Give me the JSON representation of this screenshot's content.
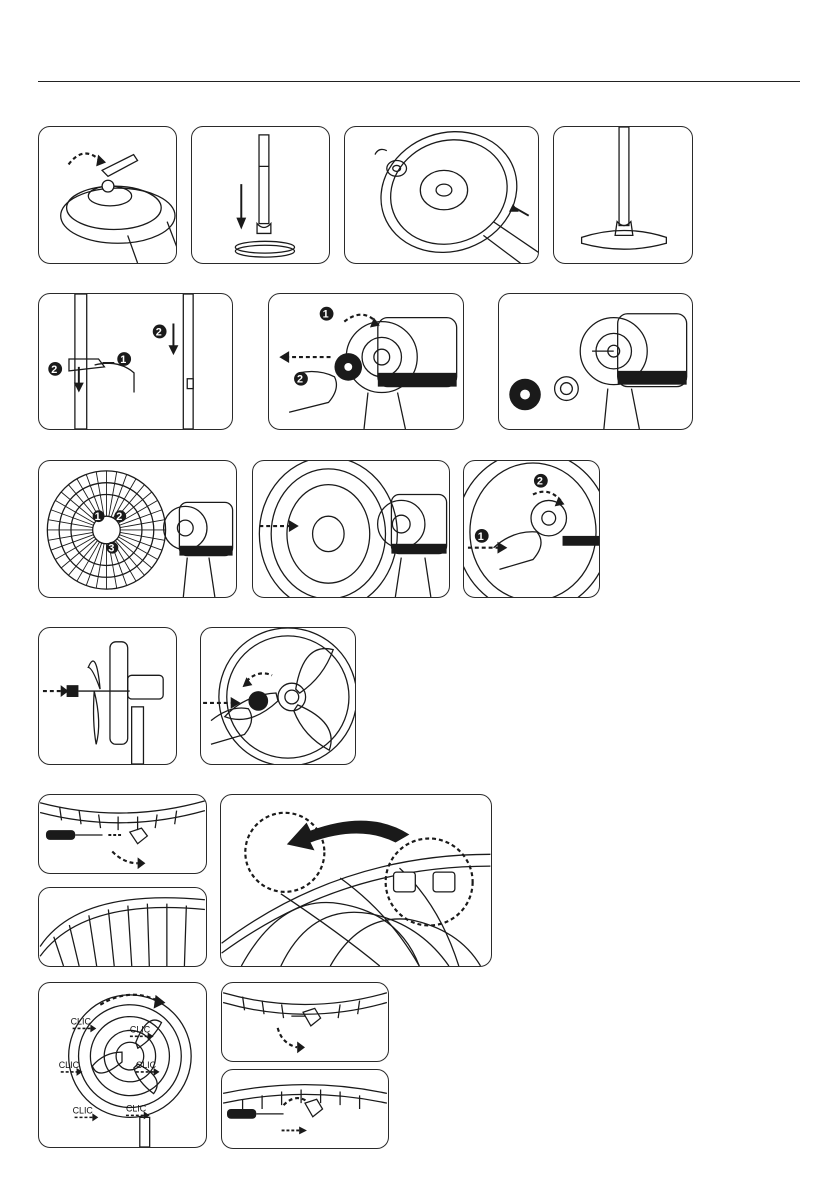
{
  "page": {
    "rows": [
      {
        "panels": [
          {
            "name": "base-screw-step",
            "icon": "base-nut-icon"
          },
          {
            "name": "insert-pole-step",
            "icon": "pole-insert-icon"
          },
          {
            "name": "fix-base-nut-step",
            "icon": "base-underside-icon"
          },
          {
            "name": "assembled-stand-step",
            "icon": "stand-icon"
          }
        ]
      },
      {
        "panels": [
          {
            "name": "height-adjust-step",
            "icon": "height-clamp-icon",
            "markers": [
              "2",
              "1",
              "2"
            ]
          },
          {
            "name": "remove-motor-nut-step",
            "icon": "motor-nut-icon",
            "markers": [
              "1",
              "2"
            ]
          },
          {
            "name": "motor-parts-step",
            "icon": "motor-parts-icon"
          }
        ]
      },
      {
        "panels": [
          {
            "name": "rear-grille-align-step",
            "icon": "rear-grille-icon",
            "markers": [
              "1",
              "2",
              "3"
            ]
          },
          {
            "name": "rear-grille-push-step",
            "icon": "grille-push-icon"
          },
          {
            "name": "rear-grille-lock-step",
            "icon": "grille-lock-icon",
            "markers": [
              "2",
              "1"
            ]
          }
        ]
      },
      {
        "panels": [
          {
            "name": "blade-insert-step",
            "icon": "blade-side-icon"
          },
          {
            "name": "spinner-tighten-step",
            "icon": "spinner-icon"
          }
        ]
      },
      {
        "panels": [
          {
            "name": "clip-screw-step",
            "icon": "screwdriver-icon"
          },
          {
            "name": "grille-rim-step",
            "icon": "grille-rim-icon"
          },
          {
            "name": "grille-align-detail",
            "icon": "grille-detail-icon"
          }
        ]
      },
      {
        "panels": [
          {
            "name": "front-grille-clic-step",
            "icon": "front-grille-icon",
            "labels": [
              "CLIC",
              "CLIC",
              "CLIC",
              "CLIC",
              "CLIC",
              "CLIC"
            ]
          },
          {
            "name": "clip-rotate-step",
            "icon": "clip-rotate-icon"
          },
          {
            "name": "clip-fasten-step",
            "icon": "screwdriver-icon"
          }
        ]
      }
    ]
  }
}
